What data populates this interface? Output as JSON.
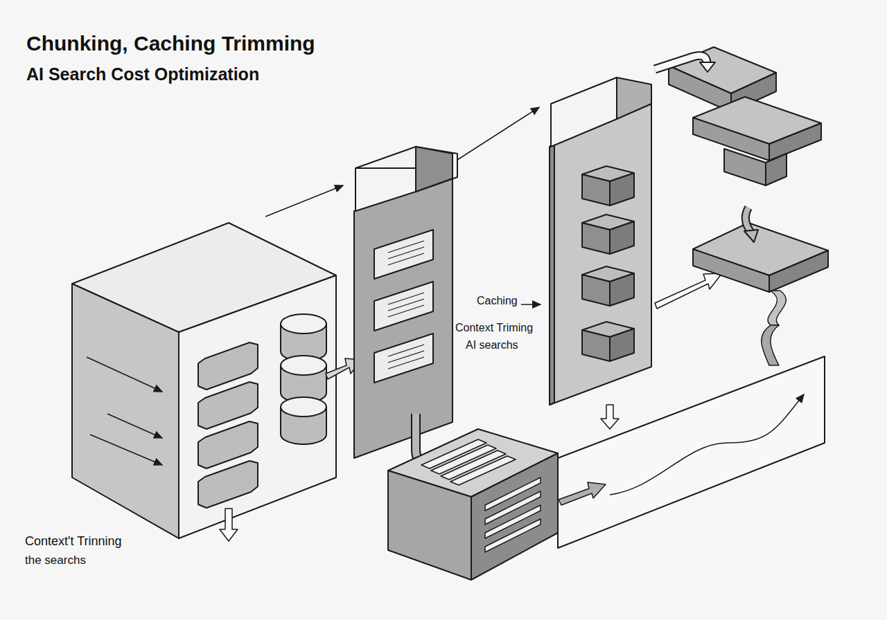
{
  "diagram": {
    "title": "Chunking, Caching Trimming",
    "labels": [
      "AI Search Cost Optimization",
      "Caching",
      "Context Triming",
      "AI searchs",
      "Context't Trinning",
      "the searchs"
    ]
  }
}
